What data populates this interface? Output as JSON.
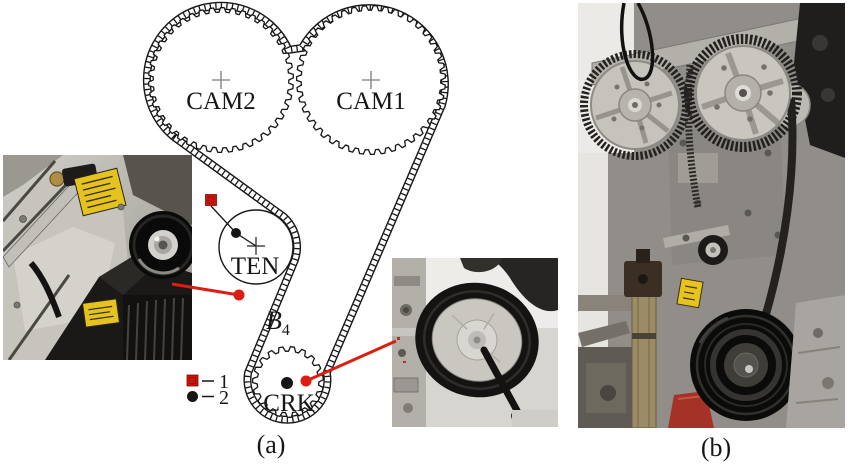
{
  "figure": {
    "captions": {
      "a": "(a)",
      "b": "(b)"
    }
  },
  "colors": {
    "annotation_red": "#dc1d12",
    "marker_red": "#c8160c",
    "line_black": "#161616"
  },
  "diagram": {
    "pulleys": [
      {
        "id": "cam2",
        "label": "CAM2"
      },
      {
        "id": "cam1",
        "label": "CAM1"
      },
      {
        "id": "ten",
        "label": "TEN"
      },
      {
        "id": "crk",
        "label": "CRK"
      }
    ],
    "belt_span_label": {
      "base": "B",
      "sub": "4"
    },
    "legend": {
      "items": [
        {
          "marker": "red-square-marker",
          "label": "1"
        },
        {
          "marker": "black-dot-marker",
          "label": "2"
        }
      ]
    }
  }
}
